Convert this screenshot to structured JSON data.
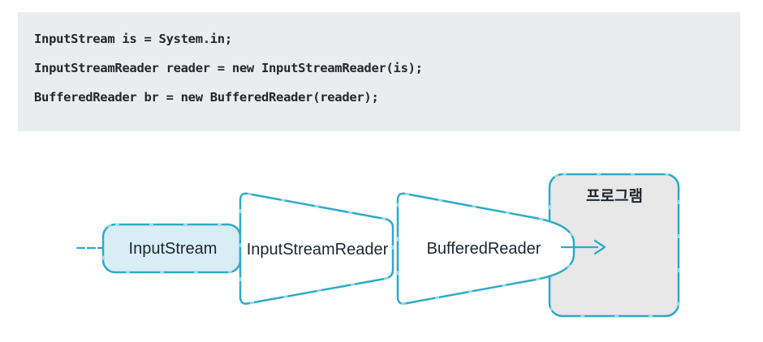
{
  "page": {
    "background": "#ffffff"
  },
  "code_block": {
    "background": "#e9edee",
    "text_color": "#26262c",
    "lines": [
      "InputStream is = System.in;",
      "InputStreamReader reader = new InputStreamReader(is);",
      "BufferedReader br = new BufferedReader(reader);"
    ]
  },
  "diagram": {
    "accent_color": "#2eaac6",
    "label_color": "#1c2630",
    "nodes": [
      {
        "id": "input-stream",
        "label": "InputStream",
        "shape": "rounded-rect",
        "fill": "#d9edf5"
      },
      {
        "id": "input-stream-reader",
        "label": "InputStreamReader",
        "shape": "funnel",
        "fill": "#ffffff"
      },
      {
        "id": "buffered-reader",
        "label": "BufferedReader",
        "shape": "funnel-nozzle",
        "fill": "#ffffff"
      },
      {
        "id": "program",
        "label": "프로그램",
        "shape": "rounded-rect",
        "fill": "#e8e8e8"
      }
    ],
    "arrows": [
      {
        "id": "inflow",
        "style": "dashed",
        "direction": "right"
      },
      {
        "id": "outflow",
        "style": "solid",
        "direction": "right"
      }
    ]
  }
}
